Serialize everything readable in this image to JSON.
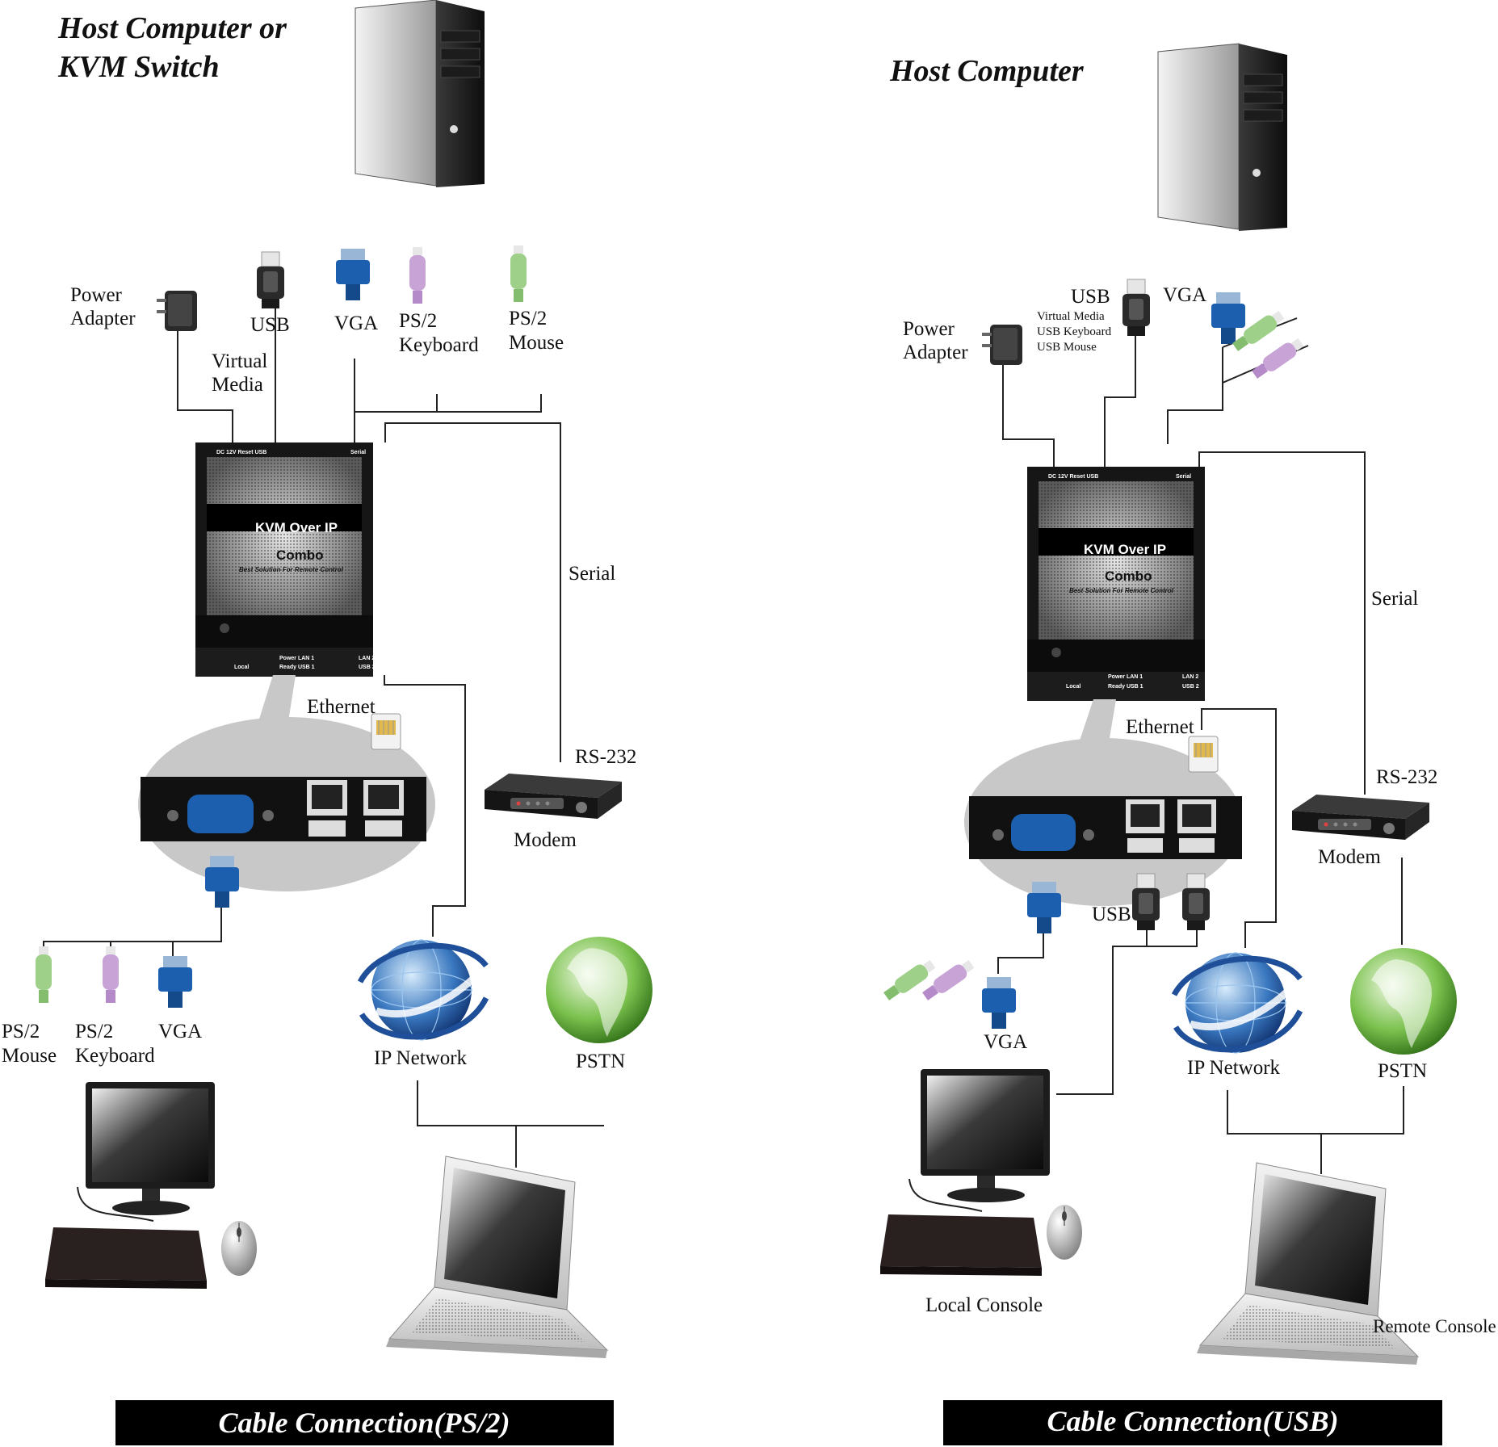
{
  "left": {
    "heading_line1": "Host Computer or",
    "heading_line2": "KVM Switch",
    "power_line1": "Power",
    "power_line2": "Adapter",
    "usb": "USB",
    "vga": "VGA",
    "ps2_kb_line1": "PS/2",
    "ps2_kb_line2": "Keyboard",
    "ps2_mouse_line1": "PS/2",
    "ps2_mouse_line2": "Mouse",
    "virtual_line1": "Virtual",
    "virtual_line2": "Media",
    "serial": "Serial",
    "ethernet": "Ethernet",
    "rs232": "RS-232",
    "modem": "Modem",
    "local_ps2_mouse_line1": "PS/2",
    "local_ps2_mouse_line2": "Mouse",
    "local_ps2_kb_line1": "PS/2",
    "local_ps2_kb_line2": "Keyboard",
    "local_vga": "VGA",
    "ip_network": "IP Network",
    "pstn": "PSTN",
    "banner": "Cable Connection(PS/2)"
  },
  "right": {
    "heading": "Host Computer",
    "power_line1": "Power",
    "power_line2": "Adapter",
    "usb": "USB",
    "usb_note1": "Virtual Media",
    "usb_note2": "USB Keyboard",
    "usb_note3": "USB Mouse",
    "vga": "VGA",
    "serial": "Serial",
    "ethernet": "Ethernet",
    "rs232": "RS-232",
    "modem": "Modem",
    "local_usb": "USB",
    "local_vga": "VGA",
    "ip_network": "IP Network",
    "pstn": "PSTN",
    "local_console": "Local Console",
    "remote_console": "Remote Console",
    "banner": "Cable Connection(USB)"
  },
  "device": {
    "title": "KVM Over IP",
    "subtitle": "Combo",
    "tagline": "Best Solution For Remote Control",
    "top_ports": "DC 12V  Reset   USB",
    "top_serial": "Serial",
    "bottom_local": "Local",
    "bottom_power": "Power  LAN 1",
    "bottom_ready": "Ready  USB 1",
    "bottom_lan2": "LAN 2",
    "bottom_usb2": "USB 2"
  },
  "colors": {
    "vga_blue": "#1c5fae",
    "ps2_purple": "#c7a3d6",
    "ps2_green": "#9fd08a",
    "globe_blue": "#3a78c0",
    "globe_green": "#5fae3a",
    "banner_bg": "#000000"
  },
  "icons": [
    "tower-pc-icon",
    "power-adapter-icon",
    "usb-plug-icon",
    "vga-plug-icon",
    "ps2-plug-icon",
    "rj45-plug-icon",
    "modem-icon",
    "globe-icon",
    "monitor-icon",
    "keyboard-icon",
    "mouse-icon",
    "laptop-icon"
  ]
}
